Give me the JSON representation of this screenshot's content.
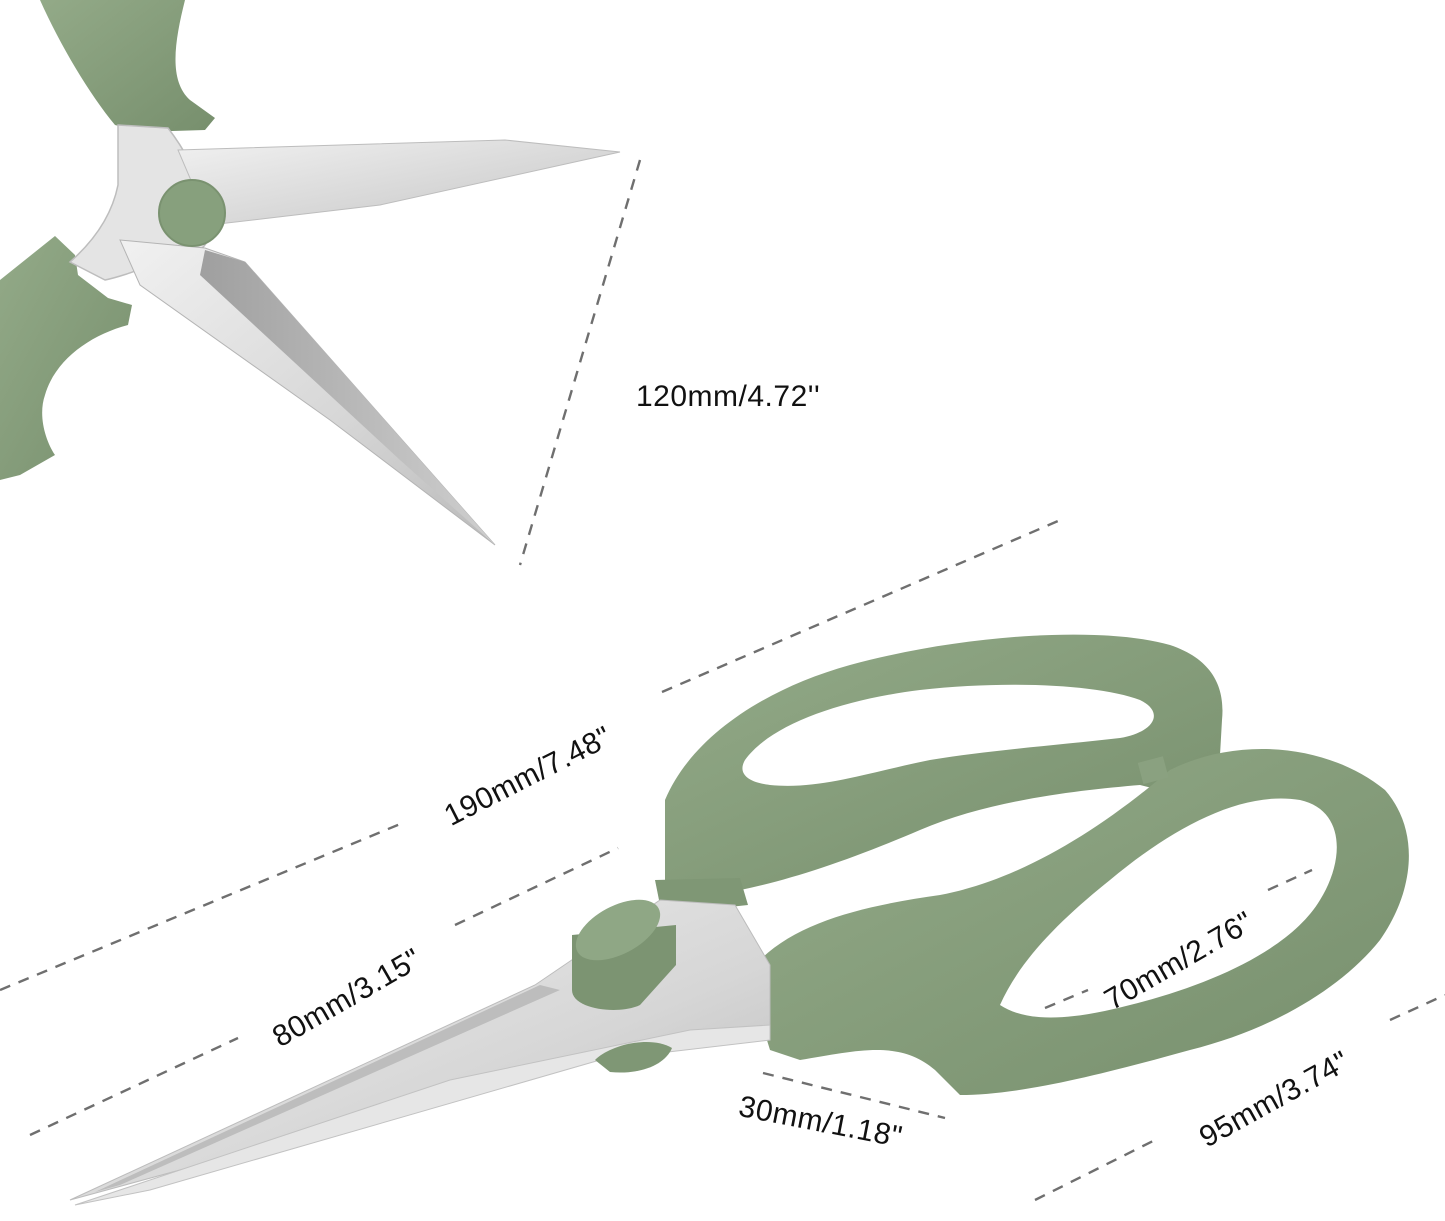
{
  "product": {
    "name": "Garden pruning scissors",
    "handle_color": "#879e7c",
    "handle_shadow": "#6f8766",
    "handle_highlight": "#9cb292",
    "blade_color": "#d9d9d9",
    "blade_shadow": "#a9a9a9",
    "background": "#ffffff",
    "dash_color": "#6f6f6f"
  },
  "views": [
    {
      "id": "open-view",
      "description": "Scissors opened, blades spread"
    },
    {
      "id": "closed-view",
      "description": "Scissors closed, angled view"
    }
  ],
  "dimensions": {
    "blade_opening": "120mm/4.72''",
    "total_length": "190mm/7.48\"",
    "blade_length": "80mm/3.15\"",
    "handle_loop_length": "70mm/2.76\"",
    "blade_width": "30mm/1.18\"",
    "handle_length": "95mm/3.74\""
  }
}
